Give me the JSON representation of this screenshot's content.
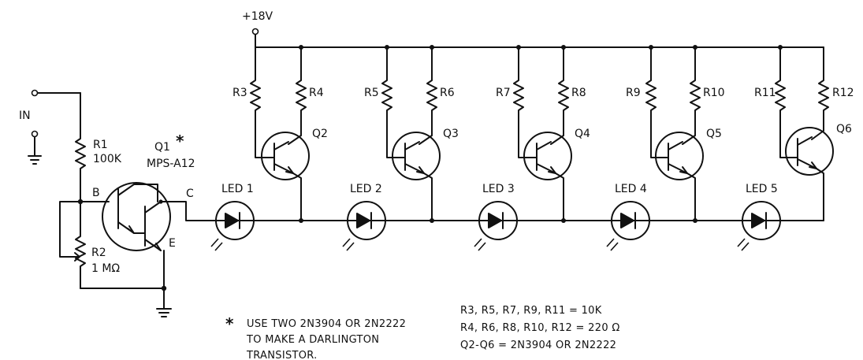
{
  "supply": {
    "label": "+18V"
  },
  "input": {
    "label": "IN"
  },
  "resistors": {
    "r1": {
      "name": "R1",
      "value": "100K"
    },
    "r2": {
      "name": "R2",
      "value": "1 MΩ"
    },
    "r3": "R3",
    "r4": "R4",
    "r5": "R5",
    "r6": "R6",
    "r7": "R7",
    "r8": "R8",
    "r9": "R9",
    "r10": "R10",
    "r11": "R11",
    "r12": "R12"
  },
  "q1": {
    "name": "Q1",
    "part": "MPS-A12",
    "mark": "*",
    "base": "B",
    "collector": "C",
    "emitter": "E"
  },
  "transistors": [
    "Q2",
    "Q3",
    "Q4",
    "Q5",
    "Q6"
  ],
  "leds": [
    "LED 1",
    "LED 2",
    "LED 3",
    "LED 4",
    "LED 5"
  ],
  "footnote": {
    "mark": "*",
    "lines": [
      "USE TWO 2N3904 OR 2N2222",
      "TO MAKE A DARLINGTON",
      "TRANSISTOR."
    ]
  },
  "parts_notes": [
    "R3, R5, R7, R9, R11 = 10K",
    "R4, R6, R8, R10, R12 = 220 Ω",
    "Q2-Q6 = 2N3904 OR 2N2222"
  ]
}
